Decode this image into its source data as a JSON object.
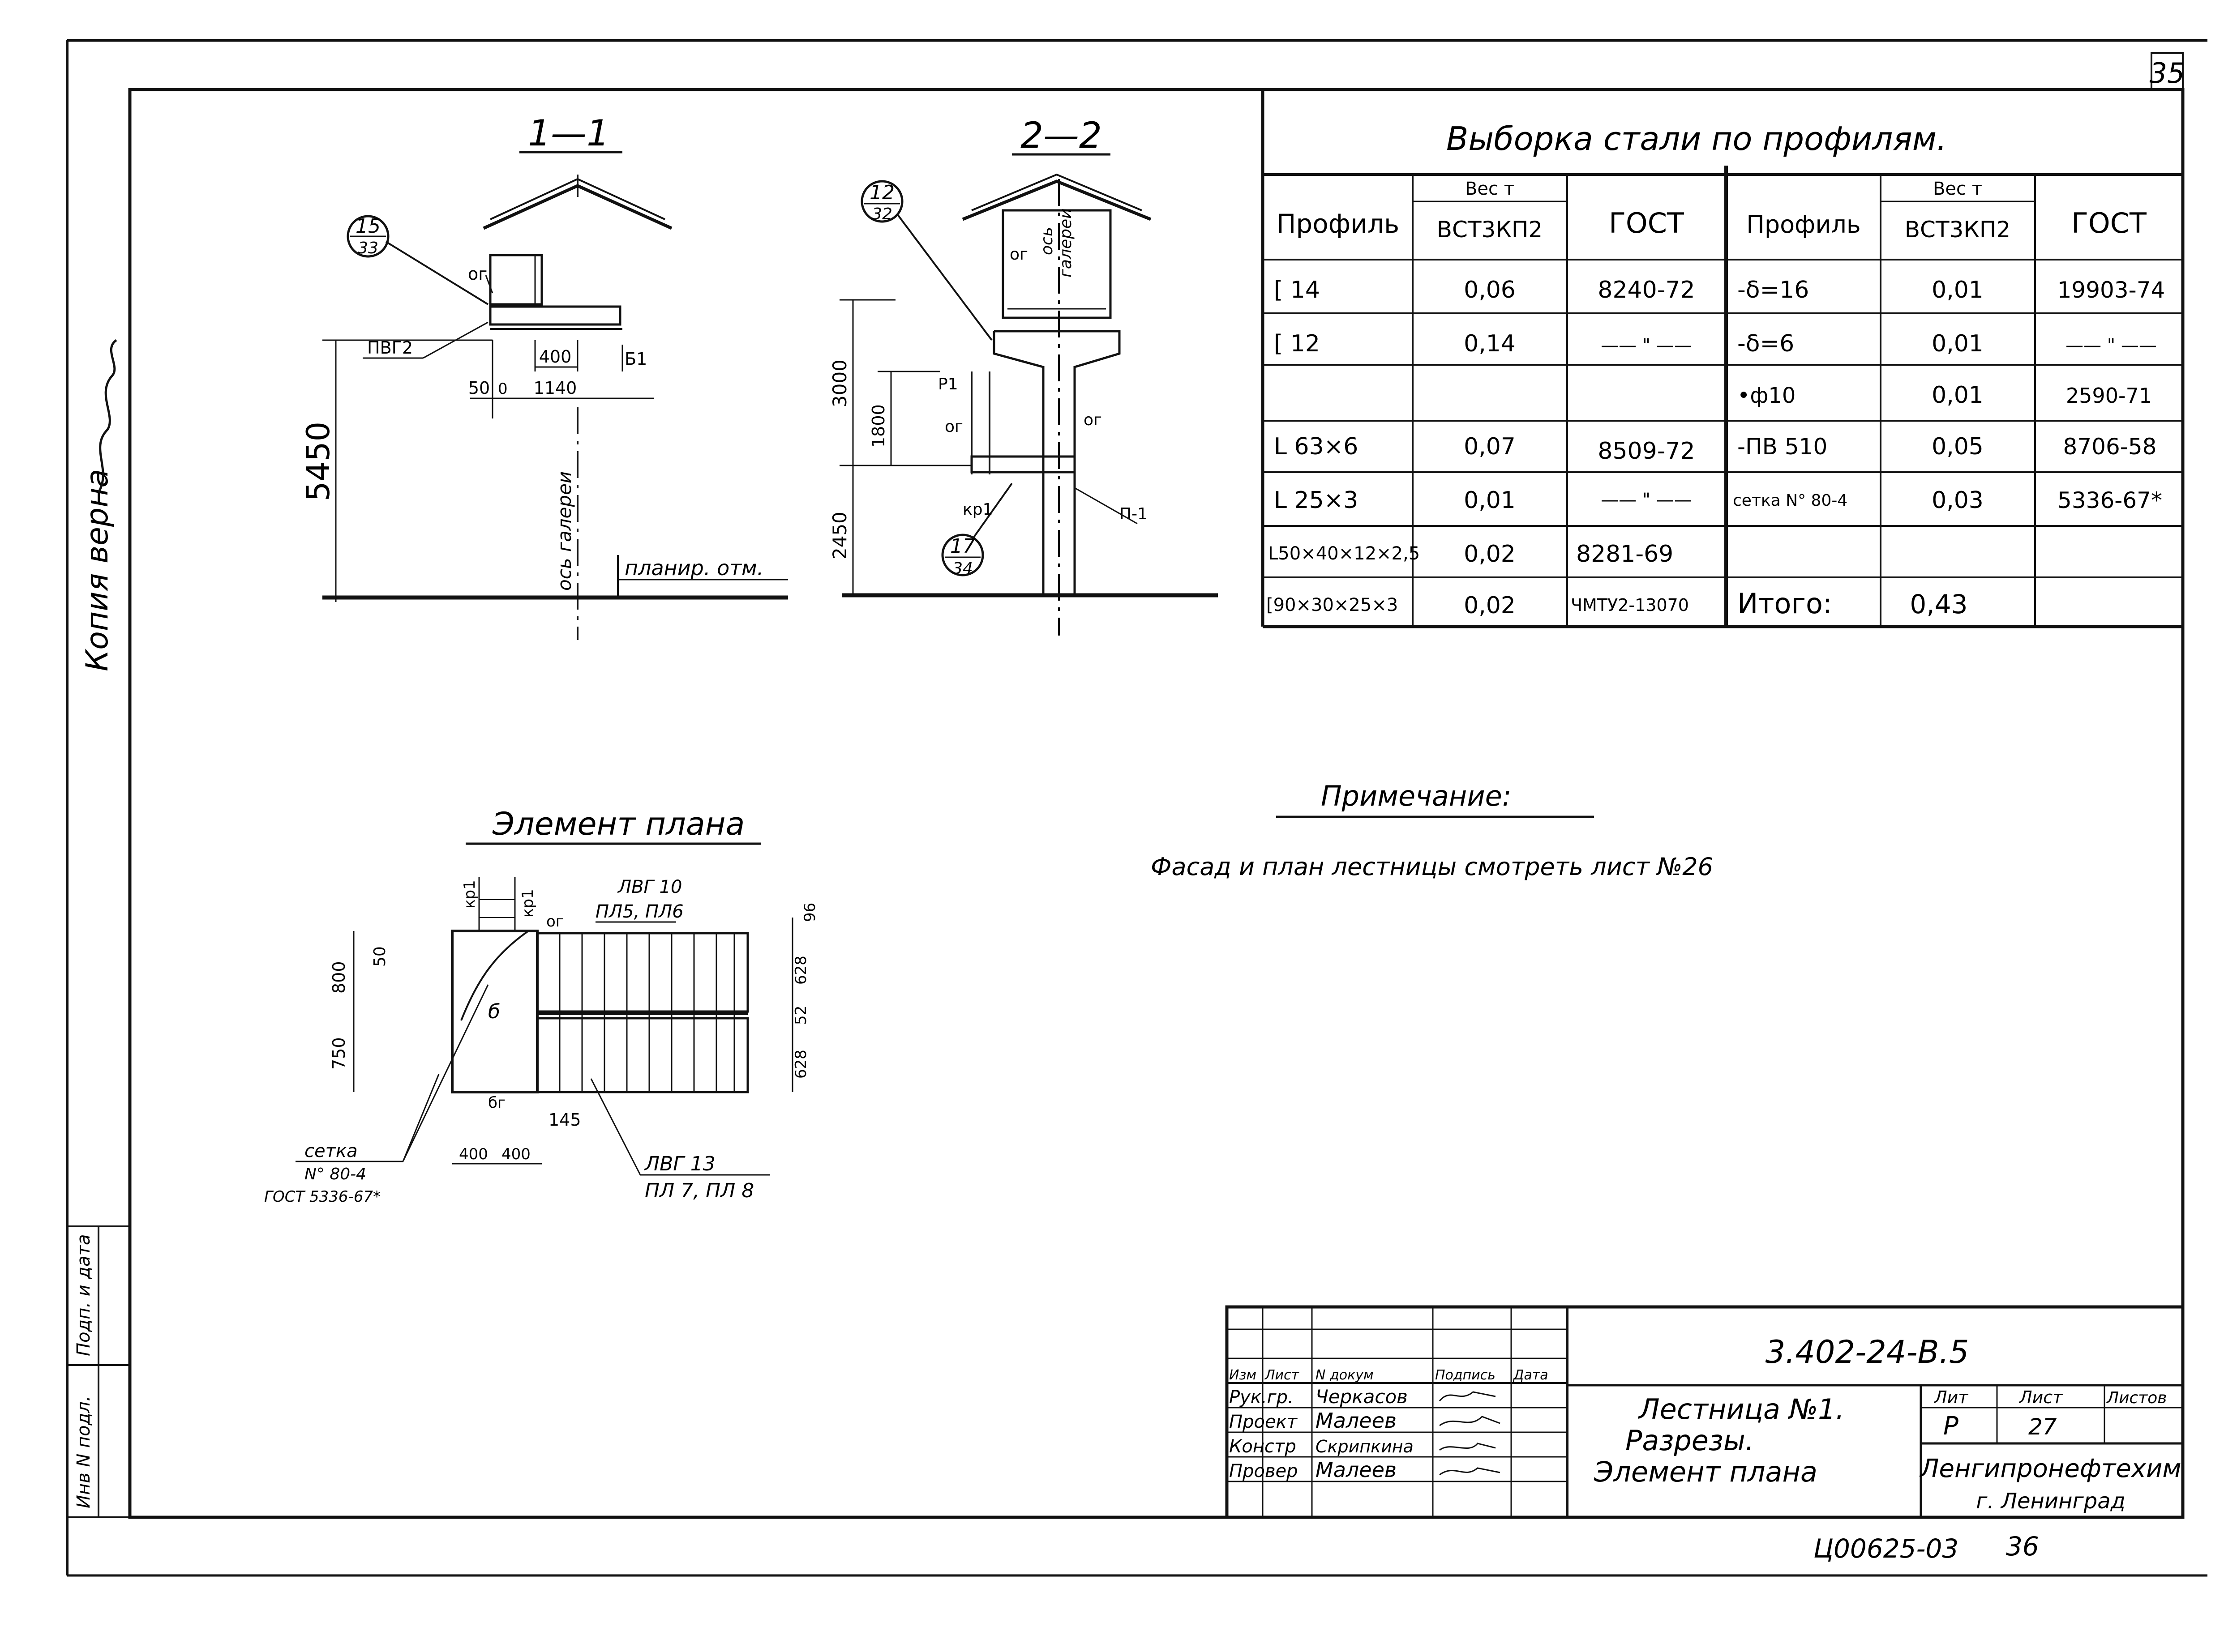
{
  "sheet_number": "35",
  "certified_copy": "Копия верна",
  "section_1": {
    "title": "1—1",
    "callout_top": "15",
    "callout_bottom": "33",
    "labels": [
      "ог",
      "ПВГ2",
      "Б1"
    ],
    "dims": [
      "400",
      "50",
      "0",
      "1140",
      "5450"
    ],
    "axis": "ось галереи",
    "level": "планир. отм."
  },
  "section_2": {
    "title": "2—2",
    "callout1_top": "12",
    "callout1_bottom": "32",
    "callout2_top": "17",
    "callout2_bottom": "34",
    "axis_lines": [
      "ось",
      "галереи"
    ],
    "labels": [
      "ог",
      "Р1",
      "ог",
      "ог",
      "кр1",
      "П-1"
    ],
    "dims": [
      "3000",
      "1800",
      "2450"
    ]
  },
  "plan": {
    "title": "Элемент плана",
    "labels": {
      "kr_a": "кр1",
      "kr_b": "кр1",
      "og_top": "ог",
      "lvg10": "ЛВГ 10",
      "pl56": "ПЛ5, ПЛ6",
      "b": "б",
      "bg": "бг",
      "lvg13": "ЛВГ 13",
      "pl78": "ПЛ 7, ПЛ 8",
      "setka1": "сетка",
      "setka2": "N° 80-4",
      "setka3": "ГОСТ 5336-67*"
    },
    "dims": [
      "50",
      "800",
      "750",
      "96",
      "628",
      "52",
      "628",
      "145",
      "400",
      "400"
    ]
  },
  "steel_table": {
    "title": "Выборка стали по профилям.",
    "headers": {
      "profile": "Профиль",
      "weight": "Вес т",
      "steel": "ВСТ3КП2",
      "gost": "ГОСТ"
    },
    "left_rows": [
      {
        "profile": "[ 14",
        "weight": "0,06",
        "gost": "8240-72"
      },
      {
        "profile": "[ 12",
        "weight": "0,14",
        "gost": "—— \" ——"
      },
      {
        "profile": "",
        "weight": "",
        "gost": ""
      },
      {
        "profile": "L 63×6",
        "weight": "0,07",
        "gost": "8509-72"
      },
      {
        "profile": "L 25×3",
        "weight": "0,01",
        "gost": "—— \" ——"
      },
      {
        "profile": "L50×40×12×2,5",
        "weight": "0,02",
        "gost": "8281-69"
      },
      {
        "profile": "[90×30×25×3",
        "weight": "0,02",
        "gost": "ЧМТУ2-13070"
      }
    ],
    "right_rows": [
      {
        "profile": "-δ=16",
        "weight": "0,01",
        "gost": "19903-74"
      },
      {
        "profile": "-δ=6",
        "weight": "0,01",
        "gost": "—— \" ——"
      },
      {
        "profile": "•ф10",
        "weight": "0,01",
        "gost": "2590-71"
      },
      {
        "profile": "-ПВ 510",
        "weight": "0,05",
        "gost": "8706-58"
      },
      {
        "profile": "сетка N° 80-4",
        "weight": "0,03",
        "gost": "5336-67*"
      },
      {
        "profile": "",
        "weight": "",
        "gost": ""
      },
      {
        "profile": "Итого:",
        "weight": "0,43",
        "gost": ""
      }
    ]
  },
  "note": {
    "title": "Примечание:",
    "text": "Фасад и план лестницы смотреть лист №26"
  },
  "stamp_left": {
    "label1": "Инв N подл.",
    "label2": "Подп. и дата"
  },
  "title_block": {
    "code": "3.402-24-В.5",
    "col_headers": [
      "Изм",
      "Лист",
      "N докум",
      "Подпись",
      "Дата"
    ],
    "roles": [
      {
        "role": "Рук.гр.",
        "name": "Черкасов"
      },
      {
        "role": "Проект",
        "name": "Малеев"
      },
      {
        "role": "Констр",
        "name": "Скрипкина"
      },
      {
        "role": "Провер",
        "name": "Малеев"
      }
    ],
    "drawing_title": [
      "Лестница №1.",
      "Разрезы.",
      "Элемент плана"
    ],
    "lit_label": "Лит",
    "sheet_label": "Лист",
    "sheets_label": "Листов",
    "lit": "Р",
    "sheet": "27",
    "org": "Ленгипронефтехим",
    "city": "г. Ленинград"
  },
  "archive_number": "Ц00625-03",
  "archive_page": "36"
}
